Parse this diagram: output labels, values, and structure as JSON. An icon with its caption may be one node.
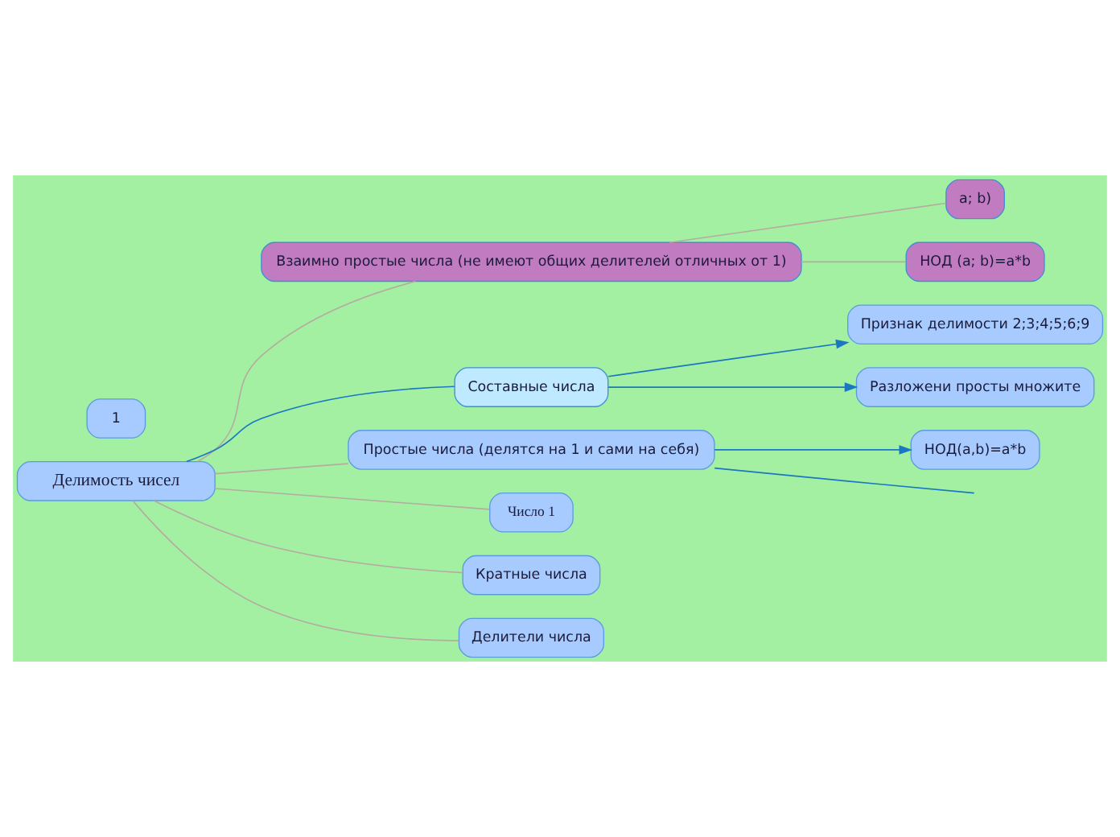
{
  "diagram": {
    "nodes": [
      {
        "text": [
          "Делимость чисел"
        ]
      },
      {
        "text": [
          "Взаимно простые числа (не имеют общих делителей отличных от 1)"
        ]
      },
      {
        "text": [
          "a; b)"
        ]
      },
      {
        "text": [
          "НОД (a; b)=a*b"
        ]
      },
      {
        "text": [
          "Составные числа"
        ]
      },
      {
        "text": [
          "Признак делимости 2;3;4;5;6;9"
        ]
      },
      {
        "text": [
          "Разложени просты множите"
        ]
      },
      {
        "text": [
          "Простые числа (делятся на 1 и сами на себя)"
        ]
      },
      {
        "text": [
          "1"
        ]
      },
      {
        "text": [
          "НОД(a,b)=a*b"
        ]
      },
      {
        "text": [
          "Число 1"
        ]
      },
      {
        "text": [
          "Кратные числа"
        ]
      },
      {
        "text": [
          "Делители числа"
        ]
      }
    ],
    "edges": [
      {
        "from": 0,
        "to": 1,
        "arrow": "none"
      },
      {
        "from": 1,
        "to": 2,
        "arrow": "none"
      },
      {
        "from": 1,
        "to": 3,
        "arrow": "none"
      },
      {
        "from": 0,
        "to": 4,
        "arrow": "none",
        "color": "#1a78c2"
      },
      {
        "from": 4,
        "to": 5,
        "arrow": "to",
        "color": "#1a78c2"
      },
      {
        "from": 4,
        "to": 6,
        "arrow": "to",
        "color": "#1a78c2"
      },
      {
        "from": 0,
        "to": 7,
        "arrow": "none"
      },
      {
        "from": 7,
        "to": null,
        "arrow": "none",
        "color": "#1a78c2"
      },
      {
        "from": 7,
        "to": 9,
        "arrow": "to",
        "color": "#1a78c2"
      },
      {
        "from": 0,
        "to": 10,
        "arrow": "none"
      },
      {
        "from": 0,
        "to": 11,
        "arrow": "none"
      },
      {
        "from": 0,
        "to": 12,
        "arrow": "none"
      }
    ]
  }
}
